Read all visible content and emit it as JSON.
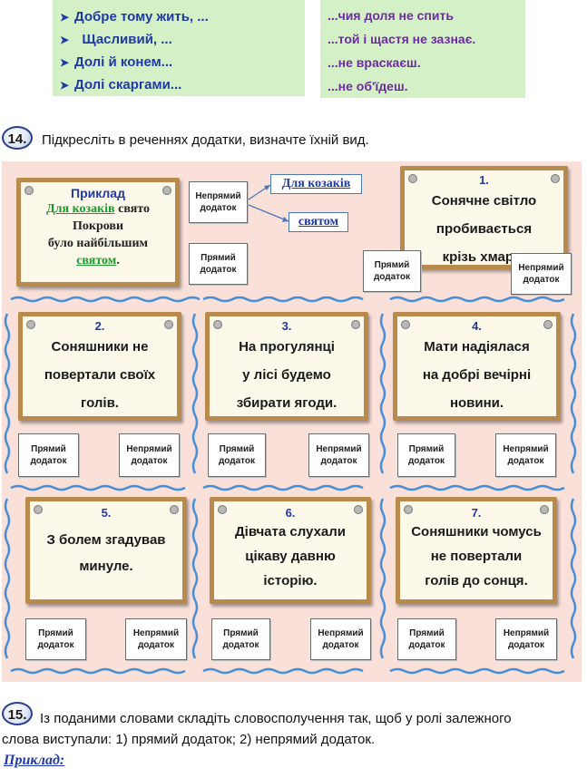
{
  "proverbs_left": [
    "Добре тому жить, ...",
    "Щасливий, ...",
    "Долі й конем...",
    "Долі скаргами..."
  ],
  "proverbs_right": [
    "...чия доля не спить",
    "...той і щастя не зазнає.",
    "...не враскаєш.",
    "...не об'їдеш."
  ],
  "task14": {
    "number": "14.",
    "text": "Підкресліть в реченнях додатки, визначте їхній вид."
  },
  "example_card": {
    "title": "Приклад",
    "line1_word": "Для козаків",
    "line1_rest": " свято",
    "line2": "Покрови",
    "line3": "було найбільшим",
    "line4_word": "святом",
    "line4_rest": "."
  },
  "example_tags": {
    "tag1": "Для козаків",
    "tag2": "святом"
  },
  "buttons": {
    "indirect": "Непрямий додаток",
    "direct": "Прямий додаток"
  },
  "cards": [
    {
      "num": "1.",
      "lines": [
        "Сонячне світло",
        "пробивається",
        "крізь хмари."
      ]
    },
    {
      "num": "2.",
      "lines": [
        "Соняшники не",
        "повертали своїх",
        "голів."
      ]
    },
    {
      "num": "3.",
      "lines": [
        "На прогулянці",
        "у лісі будемо",
        "збирати ягоди."
      ]
    },
    {
      "num": "4.",
      "lines": [
        "Мати надіялася",
        "на добрі вечірні",
        "новини."
      ]
    },
    {
      "num": "5.",
      "lines": [
        "З болем згадував",
        "минуле."
      ]
    },
    {
      "num": "6.",
      "lines": [
        "Дівчата слухали",
        "цікаву давню",
        "історію."
      ]
    },
    {
      "num": "7.",
      "lines": [
        "Соняшники чомусь",
        "не повертали",
        "голів до сонця."
      ]
    }
  ],
  "task15": {
    "number": "15.",
    "line1": "Із поданими словами складіть словосполучення так, щоб у ролі залежного",
    "line2": "слова виступали: 1) прямий додаток; 2) непрямий додаток."
  },
  "example_label": "Приклад:",
  "colors": {
    "accent_blue": "#1f3aa6",
    "proverb_bg": "#d4f0c6",
    "area_bg": "#f9e0d9",
    "card_frame": "#b88b4c"
  }
}
